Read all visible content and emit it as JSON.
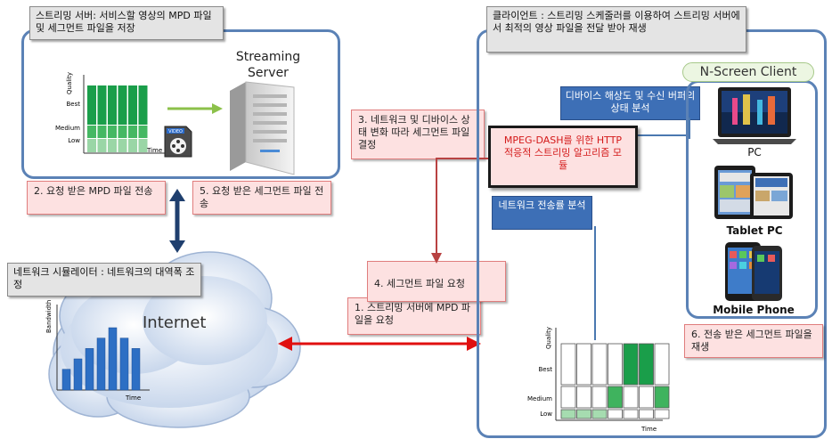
{
  "server": {
    "note": "스트리밍 서버: 서비스할 영상의 MPD 파일 및 세그먼트 파일을 저장",
    "label": "Streaming Server"
  },
  "server_chart": {
    "ylabel": "Quality",
    "xlabel": "Time",
    "levels": [
      "Best",
      "Medium",
      "Low"
    ],
    "video_icon_label": "VIDEO"
  },
  "steps": {
    "s1": "1. 스트리밍 서버에 MPD 파일을 요청",
    "s2": "2. 요청 받은 MPD 파일 전송",
    "s3": "3. 네트워크 및 디바이스 상태 변화 따라 세그먼트 파일 결정",
    "s4": "4. 세그먼트 파일 요청",
    "s5": "5. 요청 받은 세그먼트 파일 전송",
    "s6": "6. 전송 받은 세그먼트 파일을 재생"
  },
  "network": {
    "note": "네트워크 시뮬레이터 : 네트워크의 대역폭 조정",
    "cloud_label": "Internet",
    "chart_ylabel": "Bandwidth",
    "chart_xlabel": "Time",
    "bars": [
      2,
      3,
      4,
      5,
      6,
      5,
      4
    ]
  },
  "client": {
    "note": "클라이언트 : 스트리밍 스케줄러를 이용하여 스트리밍 서버에서 최적의 영상 파일을 전달 받아 재생",
    "module": "MPEG-DASH를 위한 HTTP 적응적 스트리밍 알고리즘 모듈",
    "device_analysis": "디바이스 해상도 및 수신 버퍼의 상태 분석",
    "network_analysis": "네트워크 전송률 분석"
  },
  "nscreen": {
    "title": "N-Screen Client",
    "devices": [
      "PC",
      "Tablet PC",
      "Mobile Phone"
    ]
  },
  "client_chart": {
    "ylabel": "Quality",
    "xlabel": "Time",
    "levels": [
      "Best",
      "Medium",
      "Low"
    ],
    "selected_level": [
      "Low",
      "Low",
      "Low",
      "Medium",
      "Best",
      "Best",
      "Medium"
    ]
  },
  "colors": {
    "panel_border": "#5b82b6",
    "pink_note": "#fde1e1",
    "blue_box": "#3d6fb6",
    "green": "#1a9e4a",
    "red_arrow": "#e01010",
    "navy_arrow": "#1f3f6e"
  }
}
